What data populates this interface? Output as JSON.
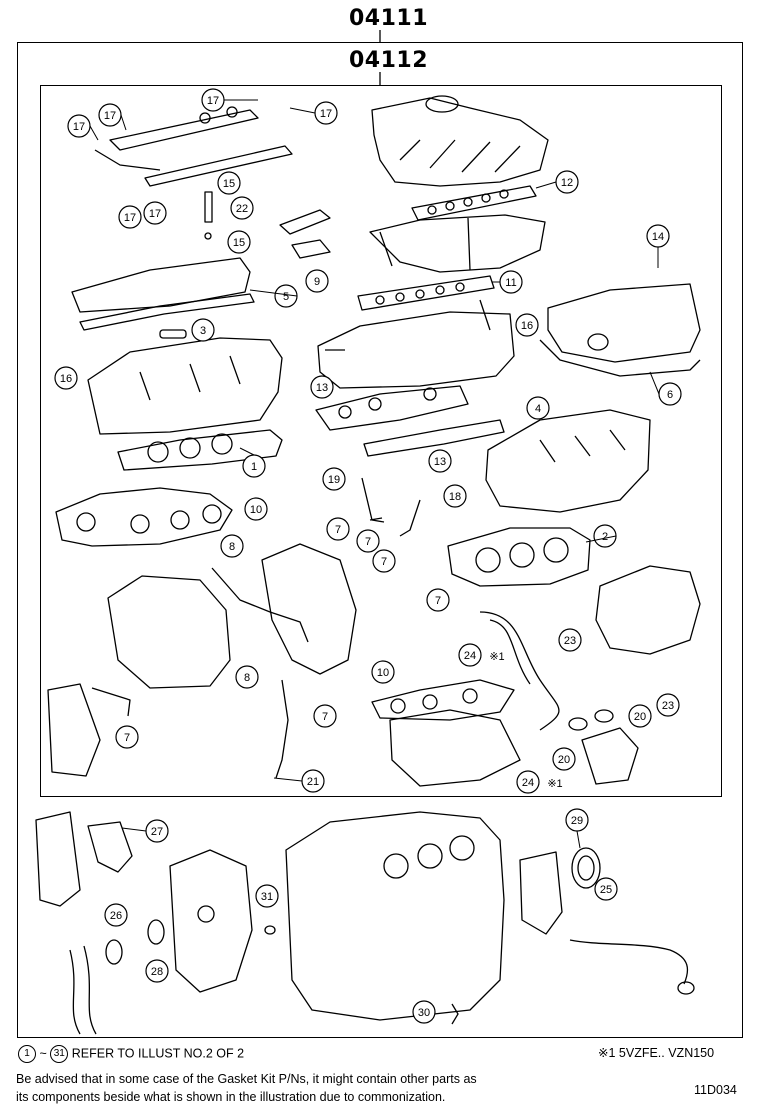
{
  "header": {
    "outer_code": "04111",
    "inner_code": "04112"
  },
  "callouts": [
    {
      "id": "c17a",
      "n": "17"
    },
    {
      "id": "c17b",
      "n": "17"
    },
    {
      "id": "c17c",
      "n": "17"
    },
    {
      "id": "c17d",
      "n": "17"
    },
    {
      "id": "c17e",
      "n": "17"
    },
    {
      "id": "c17f",
      "n": "17"
    },
    {
      "id": "c15a",
      "n": "15"
    },
    {
      "id": "c15b",
      "n": "15"
    },
    {
      "id": "c22",
      "n": "22"
    },
    {
      "id": "c12",
      "n": "12"
    },
    {
      "id": "c9",
      "n": "9"
    },
    {
      "id": "c5",
      "n": "5"
    },
    {
      "id": "c11",
      "n": "11"
    },
    {
      "id": "c14",
      "n": "14"
    },
    {
      "id": "c3",
      "n": "3"
    },
    {
      "id": "c16a",
      "n": "16"
    },
    {
      "id": "c16b",
      "n": "16"
    },
    {
      "id": "c6",
      "n": "6"
    },
    {
      "id": "c13a",
      "n": "13"
    },
    {
      "id": "c4",
      "n": "4"
    },
    {
      "id": "c13b",
      "n": "13"
    },
    {
      "id": "c1",
      "n": "1"
    },
    {
      "id": "c19",
      "n": "19"
    },
    {
      "id": "c18",
      "n": "18"
    },
    {
      "id": "c10a",
      "n": "10"
    },
    {
      "id": "c8a",
      "n": "8"
    },
    {
      "id": "c7a",
      "n": "7"
    },
    {
      "id": "c7b",
      "n": "7"
    },
    {
      "id": "c7c",
      "n": "7"
    },
    {
      "id": "c2",
      "n": "2"
    },
    {
      "id": "c7d",
      "n": "7"
    },
    {
      "id": "c23a",
      "n": "23"
    },
    {
      "id": "c24a",
      "n": "24"
    },
    {
      "id": "c8b",
      "n": "8"
    },
    {
      "id": "c10b",
      "n": "10"
    },
    {
      "id": "c23b",
      "n": "23"
    },
    {
      "id": "c7e",
      "n": "7"
    },
    {
      "id": "c7f",
      "n": "7"
    },
    {
      "id": "c20a",
      "n": "20"
    },
    {
      "id": "c20b",
      "n": "20"
    },
    {
      "id": "c21",
      "n": "21"
    },
    {
      "id": "c24b",
      "n": "24"
    },
    {
      "id": "c27",
      "n": "27"
    },
    {
      "id": "c29",
      "n": "29"
    },
    {
      "id": "c31",
      "n": "31"
    },
    {
      "id": "c25",
      "n": "25"
    },
    {
      "id": "c26",
      "n": "26"
    },
    {
      "id": "c28",
      "n": "28"
    },
    {
      "id": "c30",
      "n": "30"
    }
  ],
  "annotations": {
    "note_mark_a": "※1",
    "note_mark_b": "※1"
  },
  "footer": {
    "range_start": "1",
    "range_sep": "~",
    "range_end": "31",
    "refer_text": "REFER TO ILLUST NO.2 OF 2",
    "footnote": "※1  5VZFE.. VZN150",
    "advisory_line1": "Be advised that in some case of the Gasket Kit P/Ns,  it might contain other parts as",
    "advisory_line2": "its components beside what is shown in the illustration due to commonization.",
    "illustration_code": "11D034"
  }
}
